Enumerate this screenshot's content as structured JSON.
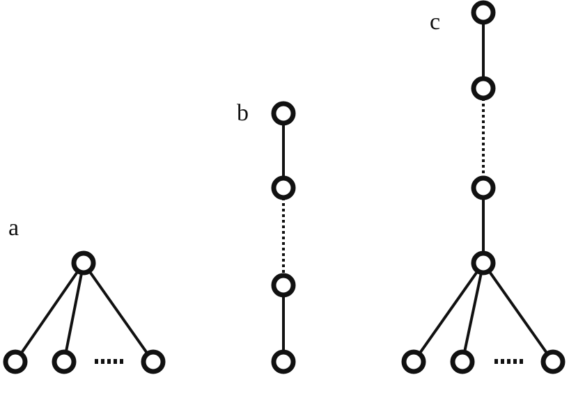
{
  "diagram": {
    "panels": [
      {
        "id": "a",
        "label": "a"
      },
      {
        "id": "b",
        "label": "b"
      },
      {
        "id": "c",
        "label": "c"
      }
    ]
  },
  "colors": {
    "stroke": "#111111",
    "node_fill": "#ffffff",
    "background": "#ffffff"
  }
}
